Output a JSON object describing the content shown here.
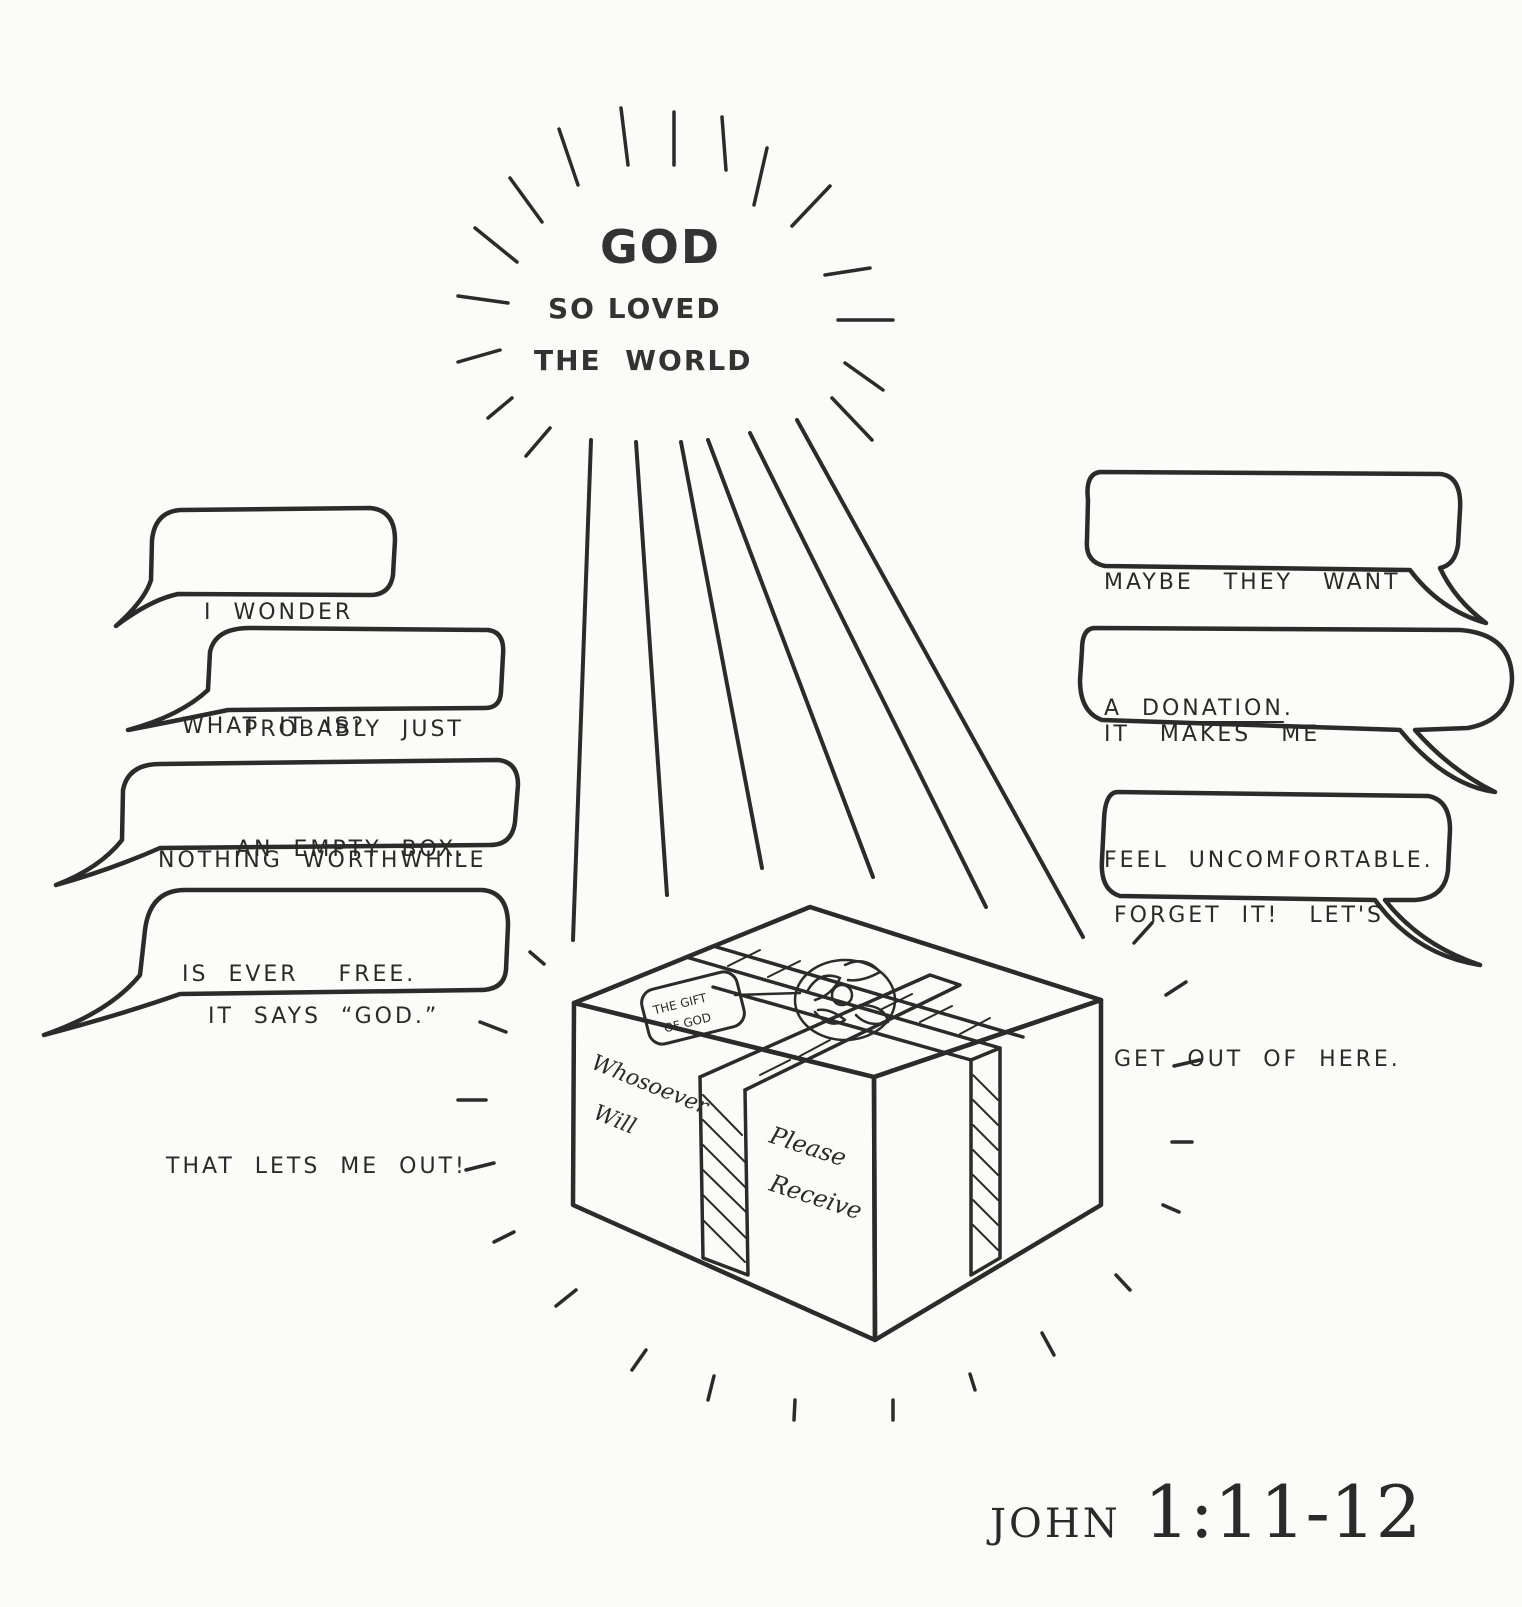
{
  "heading": {
    "line1": "GOD",
    "line2": "SO LOVED",
    "line3": "THE  WORLD"
  },
  "bubbles_left": [
    {
      "line1": "I  WONDER",
      "line2": "WHAT  IT  IS?"
    },
    {
      "line1": "PROBABLY  JUST",
      "line2": "AN  EMPTY  BOX."
    },
    {
      "line1": "NOTHING  WORTHWHILE",
      "line2": "IS  EVER    FREE."
    },
    {
      "line1": "IT  SAYS  “GOD.”",
      "line2": "THAT  LETS  ME  OUT!"
    }
  ],
  "bubbles_right": [
    {
      "line1": "MAYBE   THEY   WANT",
      "line2_prefix": "A  ",
      "line2_underlined": "DONATION",
      "line2_suffix": "."
    },
    {
      "line1": "IT   MAKES   ME",
      "line2": "FEEL  UNCOMFORTABLE."
    },
    {
      "line1": "FORGET  IT!   LET'S",
      "line2": "GET  OUT  OF  HERE."
    }
  ],
  "box": {
    "tag_line1": "THE GIFT",
    "tag_line2": "OF GOD",
    "left_face_line1": "Whosoever",
    "left_face_line2": "Will",
    "front_face_line1": "Please",
    "front_face_line2": "Receive"
  },
  "reference": {
    "book": "JOHN",
    "verses": "1:11-12"
  }
}
